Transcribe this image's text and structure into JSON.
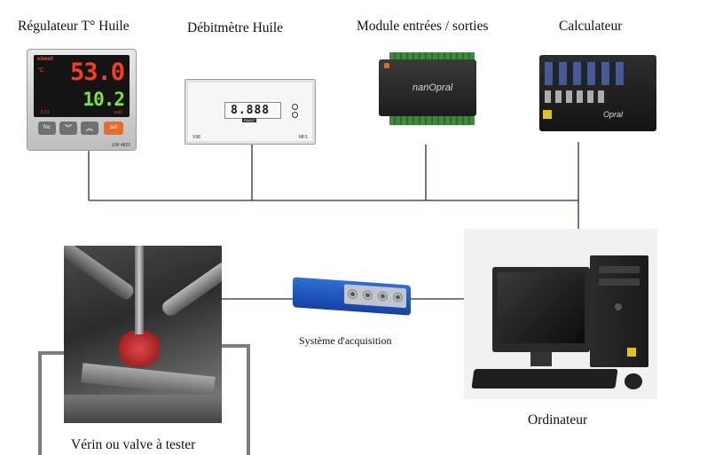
{
  "labels": {
    "regulateur": "Régulateur T° Huile",
    "debitmetre": "Débitmètre Huile",
    "module": "Module entrées / sorties",
    "calculateur": "Calculateur",
    "acquisition": "Système d'acquisition",
    "ordinateur": "Ordinateur",
    "verin": "Vérin ou valve à tester"
  },
  "regulateur_device": {
    "brand": "eliwell",
    "display_top": "53.0",
    "display_bottom": "10.2",
    "unit": "°C",
    "btn_1": "fnc",
    "btn_4": "set",
    "model": "EW 4820",
    "small_left": "5.51",
    "small_right": "out2"
  },
  "debitmetre_device": {
    "display": "8.888",
    "sub": "FAULT",
    "left_tag": "V98",
    "right_tag": "MF1"
  },
  "module_device": {
    "brand": "nanOpral"
  },
  "calculateur_device": {
    "brand": "Opral"
  },
  "colors": {
    "line": "#1f2a6b",
    "frame": "#7d7d7d"
  }
}
